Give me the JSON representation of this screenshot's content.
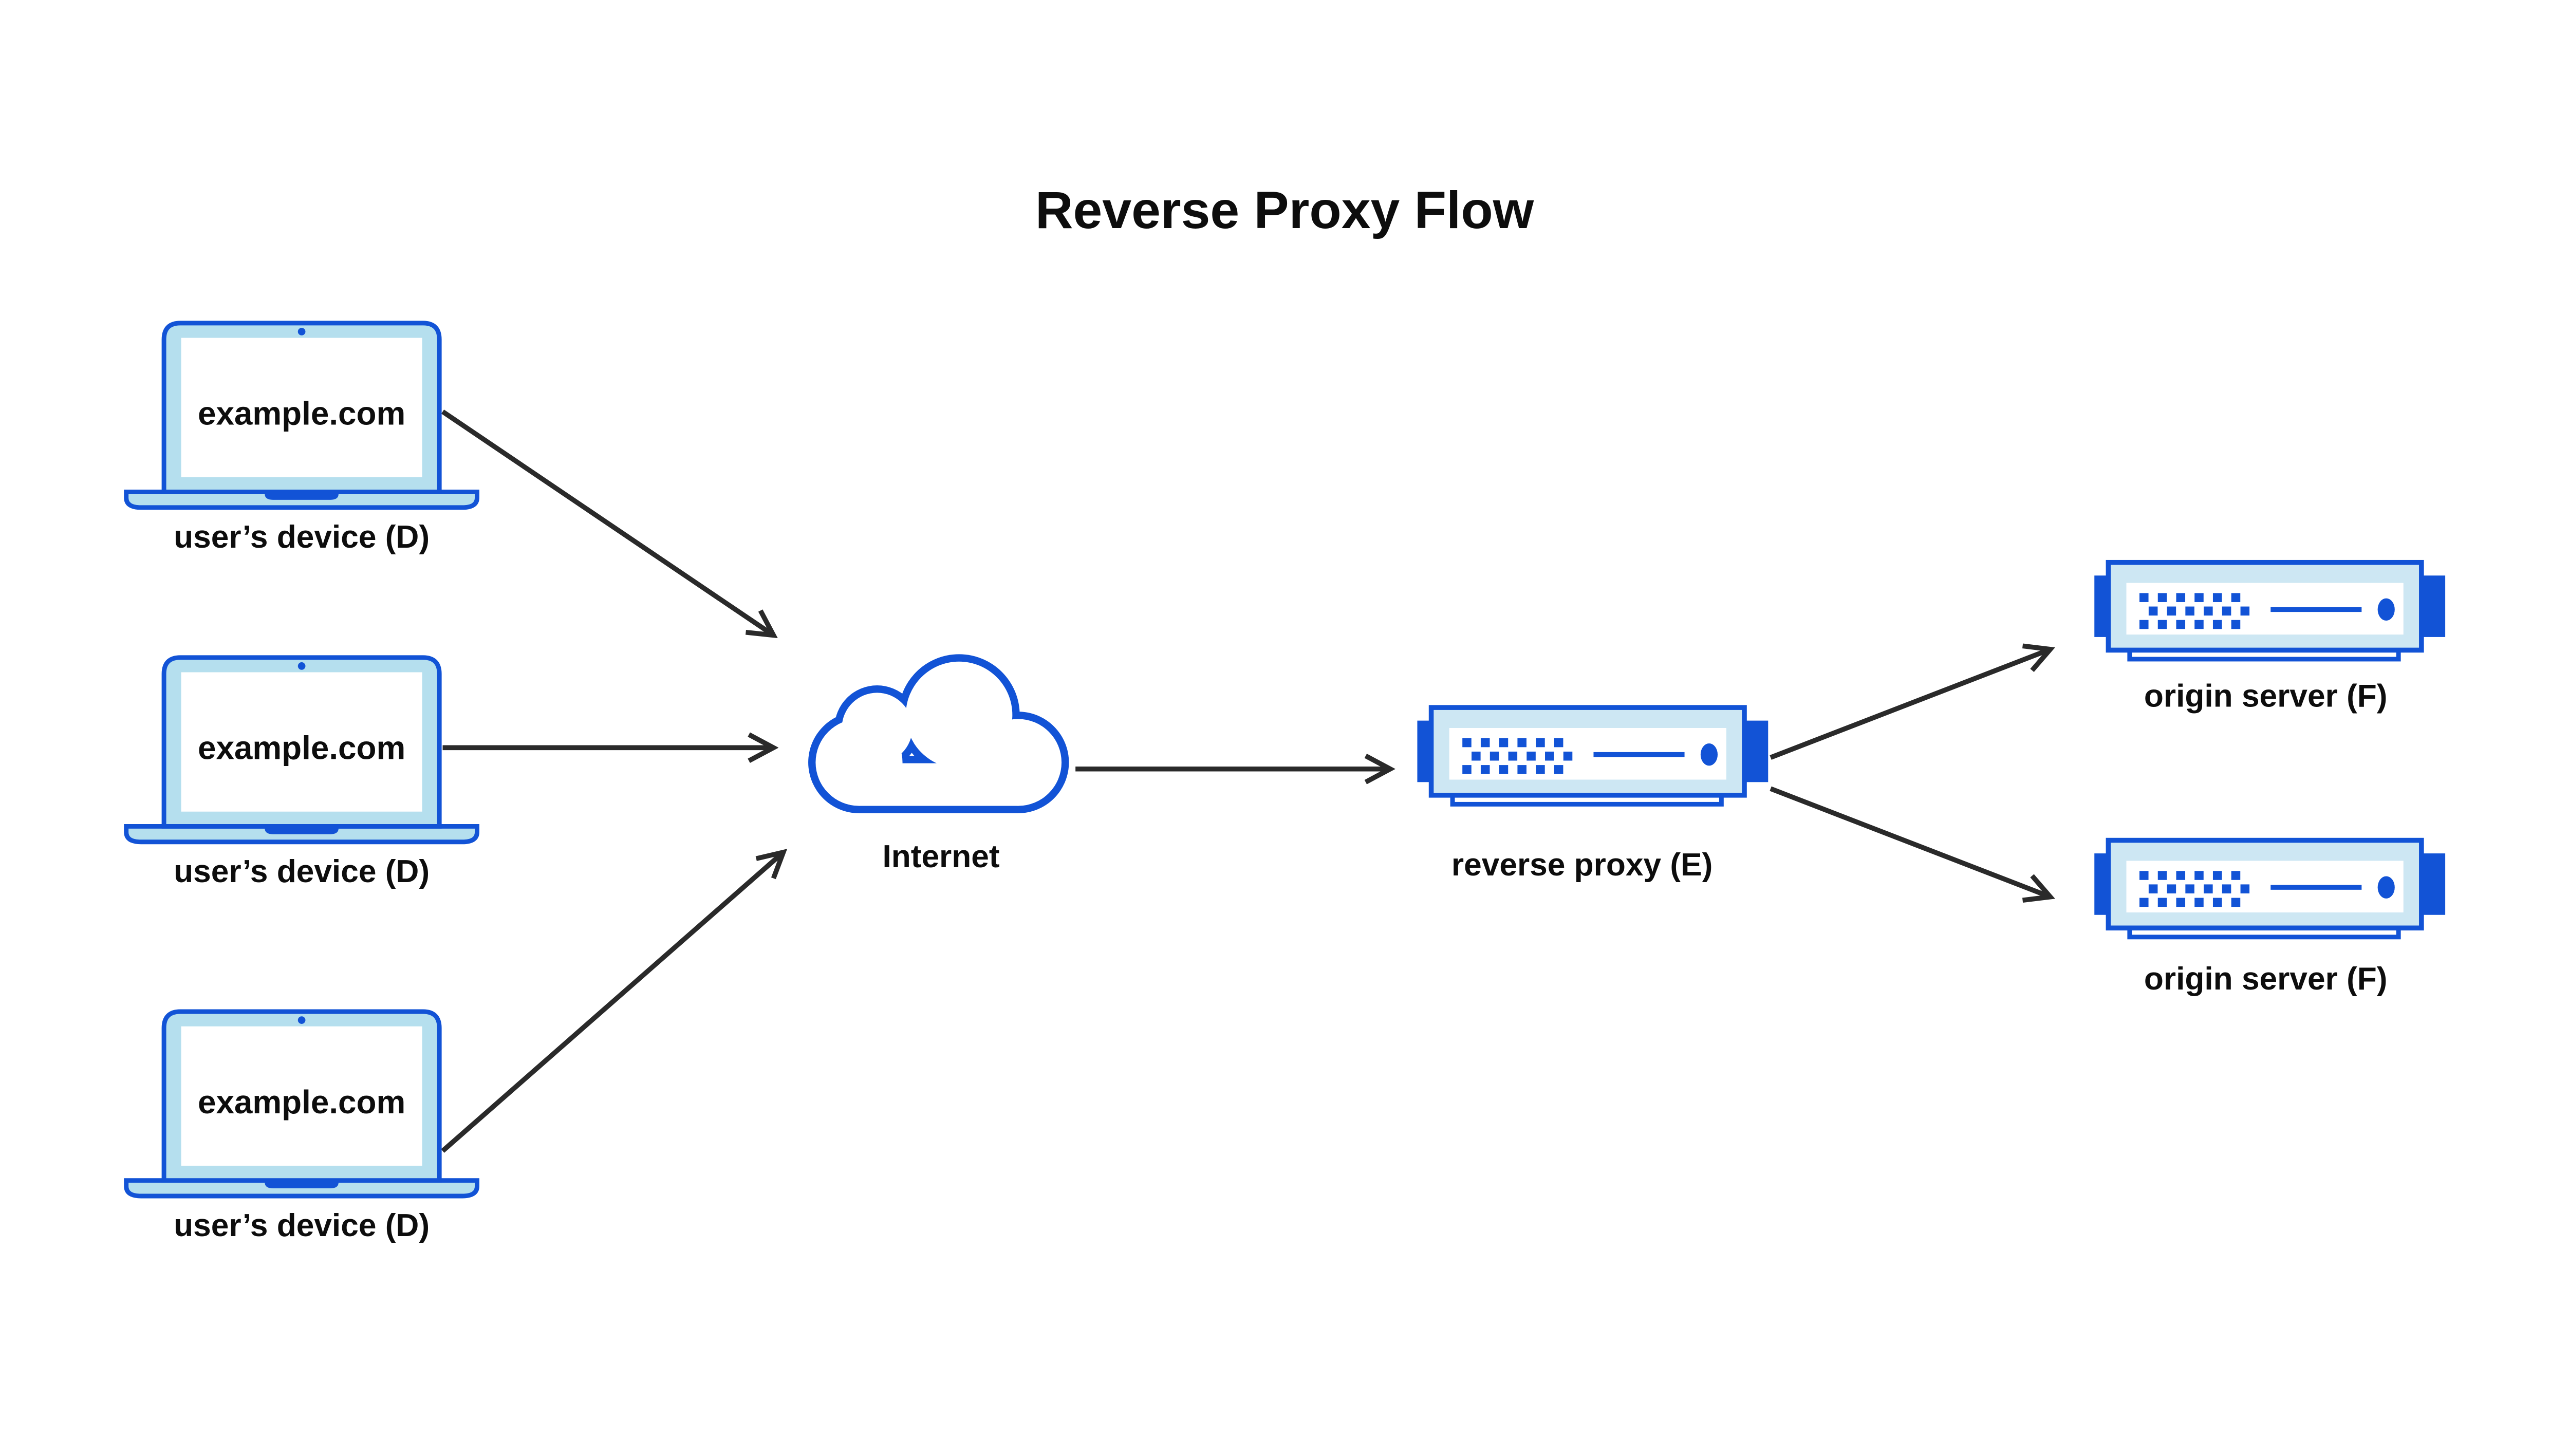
{
  "title": "Reverse Proxy Flow",
  "colors": {
    "accent_blue": "#1253d6",
    "device_fill": "#b5dfee",
    "server_fill": "#cde7f3",
    "arrow_color": "#2a2a2a",
    "text_color": "#0d0d0d",
    "background": "#ffffff"
  },
  "nodes": {
    "devices": [
      {
        "screen_text": "example.com",
        "label": "user’s device (D)",
        "icon": "laptop-icon"
      },
      {
        "screen_text": "example.com",
        "label": "user’s device (D)",
        "icon": "laptop-icon"
      },
      {
        "screen_text": "example.com",
        "label": "user’s device (D)",
        "icon": "laptop-icon"
      }
    ],
    "internet": {
      "label": "Internet",
      "icon": "cloud-icon"
    },
    "reverse_proxy": {
      "label": "reverse proxy (E)",
      "icon": "server-icon"
    },
    "origin_servers": [
      {
        "label": "origin server (F)",
        "icon": "server-icon"
      },
      {
        "label": "origin server (F)",
        "icon": "server-icon"
      }
    ]
  }
}
